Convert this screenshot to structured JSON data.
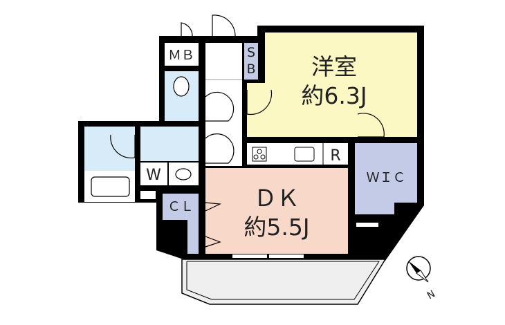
{
  "rooms": {
    "western": {
      "name": "洋室",
      "area": "約6.3J"
    },
    "dk": {
      "name": "ＤＫ",
      "area": "約5.5J"
    },
    "mb": "ＭＢ",
    "sb_top": "S",
    "sb_bottom": "B",
    "w": "W",
    "r": "R",
    "wic": "ＷＩＣ",
    "cl": "ＣＬ"
  },
  "compass": {
    "label": "N"
  },
  "colors": {
    "western": "#fbf8c4",
    "dk": "#f8d8c9",
    "storage": "#c3cbe6",
    "wet": "#d7ecf8",
    "balcony": "#efefef",
    "wall": "#000000"
  }
}
